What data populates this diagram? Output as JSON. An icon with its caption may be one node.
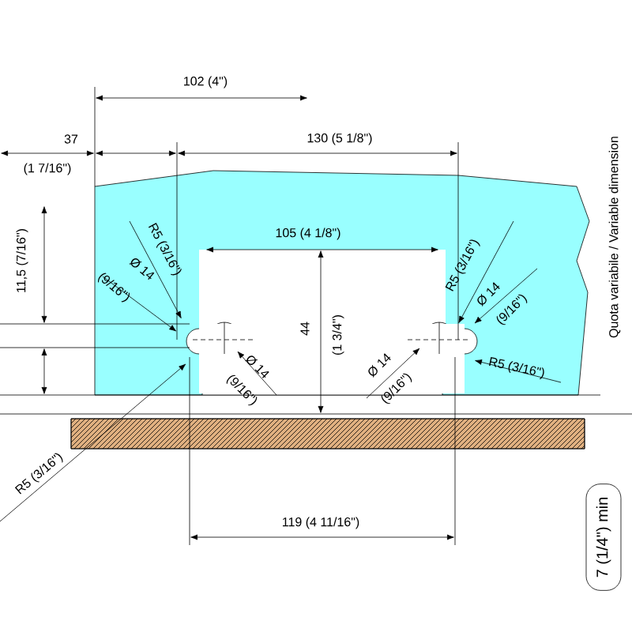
{
  "diagram": {
    "nodes": [
      {
        "text": [
          "7 (1/4\") min"
        ]
      }
    ],
    "labels": [
      "102 (4\")",
      "37",
      "130 (5 1/8\")",
      "(1 7/16\")",
      "Quota variabile / Variable dimension",
      "11,5 (7/16\")",
      "R5 (3/16\")",
      "105 (4 1/8\")",
      "R5 (3/16\")",
      "Ø 14",
      "(9/16\")",
      "Ø 14",
      "(9/16\")",
      "44",
      "(1 3/4\")",
      "Ø 14",
      "(9/16\")",
      "Ø 14",
      "(9/16\")",
      "R5 (3/16\")",
      "R5 (3/16\")",
      "119 (4 11/16\")"
    ]
  }
}
